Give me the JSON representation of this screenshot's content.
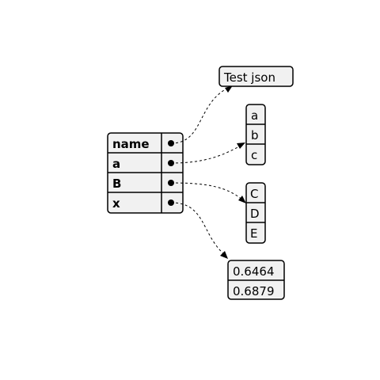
{
  "root": {
    "keys": [
      "name",
      "a",
      "B",
      "x"
    ]
  },
  "values": {
    "name": "Test json",
    "a": [
      "a",
      "b",
      "c"
    ],
    "B": [
      "C",
      "D",
      "E"
    ],
    "x": [
      "0.6464",
      "0.6879"
    ]
  }
}
